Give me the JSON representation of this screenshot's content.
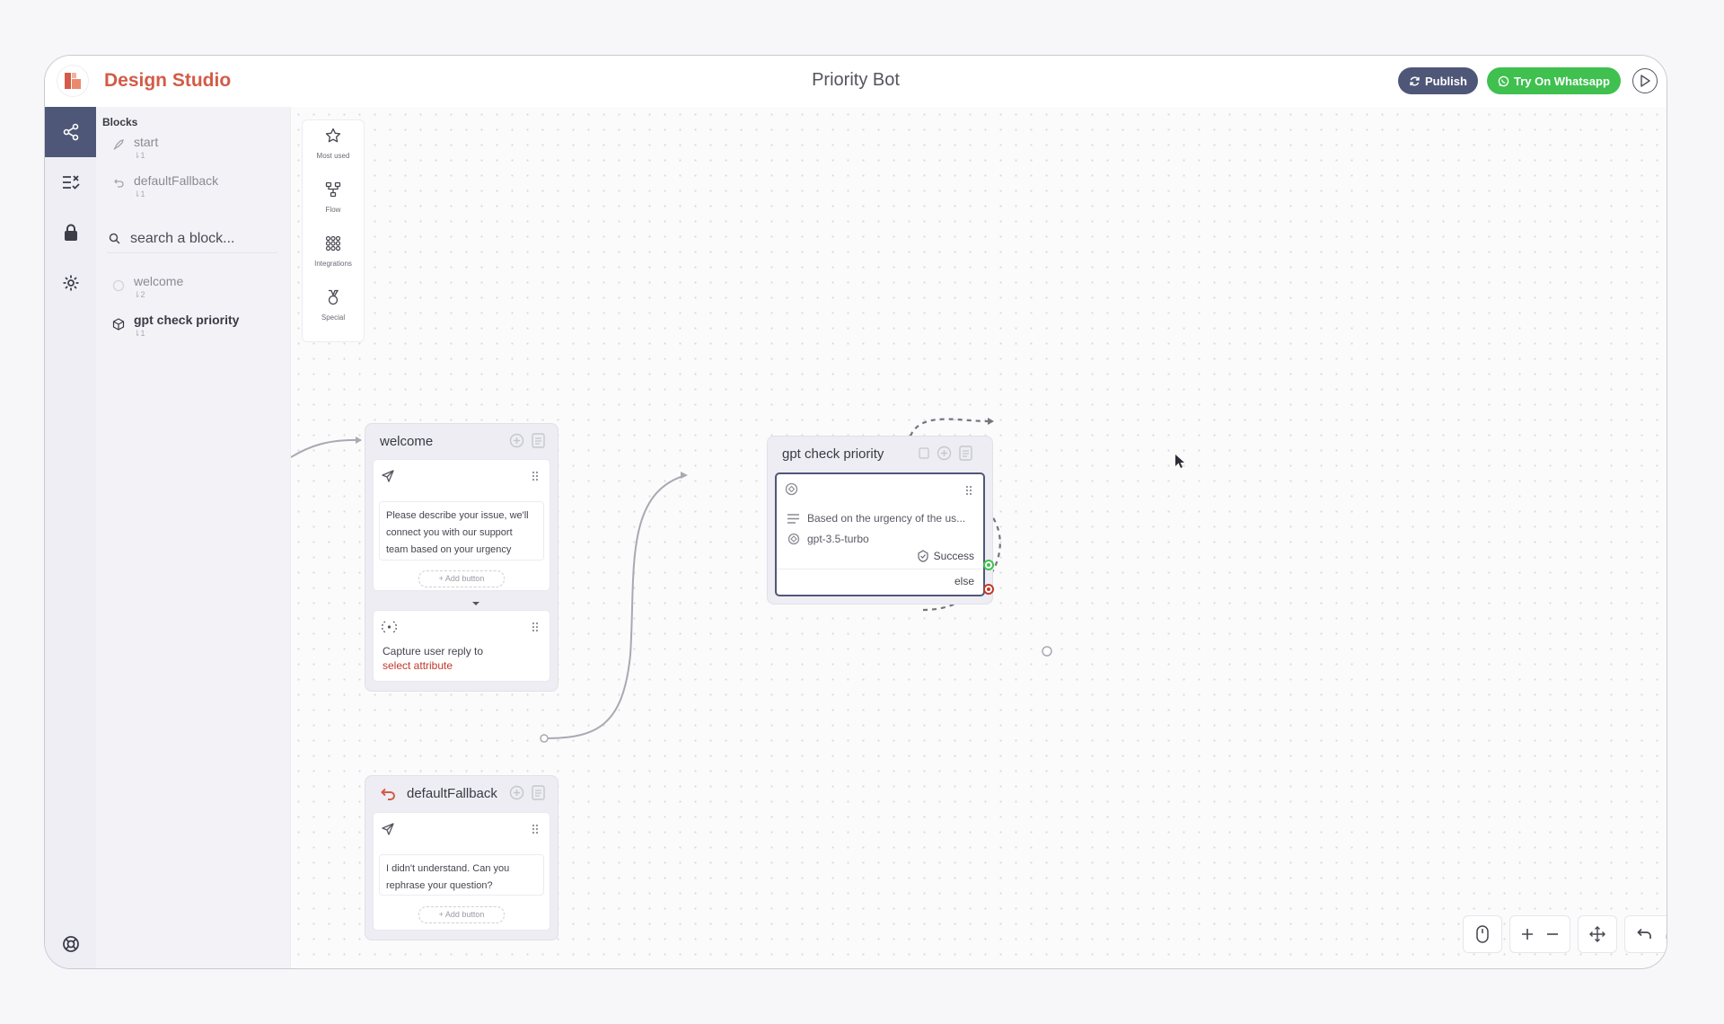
{
  "header": {
    "app_title": "Design Studio",
    "bot_title": "Priority Bot",
    "publish_label": "Publish",
    "whatsapp_label": "Try On Whatsapp"
  },
  "sidebar": {
    "heading": "Blocks",
    "pinned": [
      {
        "name": "start",
        "count": "1"
      },
      {
        "name": "defaultFallback",
        "count": "1"
      }
    ],
    "search_placeholder": "search a block...",
    "items": [
      {
        "name": "welcome",
        "count": "2"
      },
      {
        "name": "gpt check priority",
        "count": "1"
      }
    ]
  },
  "palette": [
    "Most used",
    "Flow",
    "Integrations",
    "Special"
  ],
  "nodes": {
    "welcome": {
      "title": "welcome",
      "message": "Please describe your issue, we'll connect you with our support team based on your urgency",
      "add_button": "+ Add button",
      "capture_text": "Capture user reply to",
      "capture_attr": "select attribute"
    },
    "gpt": {
      "title": "gpt check priority",
      "prompt": "Based on the urgency of the us...",
      "model": "gpt-3.5-turbo",
      "success": "Success",
      "else": "else"
    },
    "fallback": {
      "title": "defaultFallback",
      "message": "I didn't understand. Can you rephrase your question?",
      "add_button": "+ Add button"
    }
  },
  "colors": {
    "brand": "#d35b47",
    "publish": "#4f5778",
    "whatsapp": "#3fc04f",
    "success_port": "#3fc04f",
    "else_port": "#c0392b"
  }
}
